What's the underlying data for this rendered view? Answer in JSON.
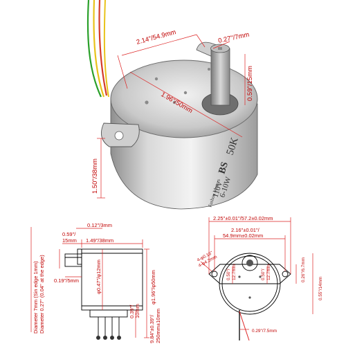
{
  "photo": {
    "motor_label_lines": [
      "50K",
      "BS",
      "110V",
      "6-10W",
      "Fushou Motors"
    ],
    "dims": {
      "top_length": "2.14\"/54.9mm",
      "shaft_width": "0.27\"/7mm",
      "hole_spacing": "1.96\"/50mm",
      "shaft_length": "0.59\"/15mm",
      "body_height": "1.50\"/38mm"
    }
  },
  "side_view": {
    "left_vertical": "Diameter 7mm (Sin edge 1mm)",
    "left_vertical_2": "Diameter 0.27\" (0.04\" at the edge)",
    "shaft_offset": "0.12\"/3mm",
    "shaft_len_a": "0.59\"/",
    "shaft_len_b": "15mm",
    "body_len": "1.49\"/38mm",
    "flat_width": "0.19\"/5mm",
    "shaft_dia": "φ0.47\"/φ12mm",
    "body_dia": "φ1.96\"/φ50mm",
    "pin_len_a": "0.39\"/",
    "pin_len_b": "10mm",
    "wire_len_a": "9.84\"±0.39\"/",
    "wire_len_b": "250mm±10mm"
  },
  "front_view": {
    "overall": "2.25\"±0.01\"/57.2±0.02mm",
    "hole_pitch_a": "2.16\"±0.01\"/",
    "hole_pitch_b": "54.9mm±0.02mm",
    "hole_dia_a": "4-φ0.16\"",
    "hole_dia_b": "4-φ4.2mm",
    "offset_a": "0.50\"/",
    "offset_b": "12.7mm",
    "right_small": "0.26\"/6.7mm",
    "right_tall": "0.55\"/14mm",
    "bottom": "0.29\"/7.5mm"
  }
}
